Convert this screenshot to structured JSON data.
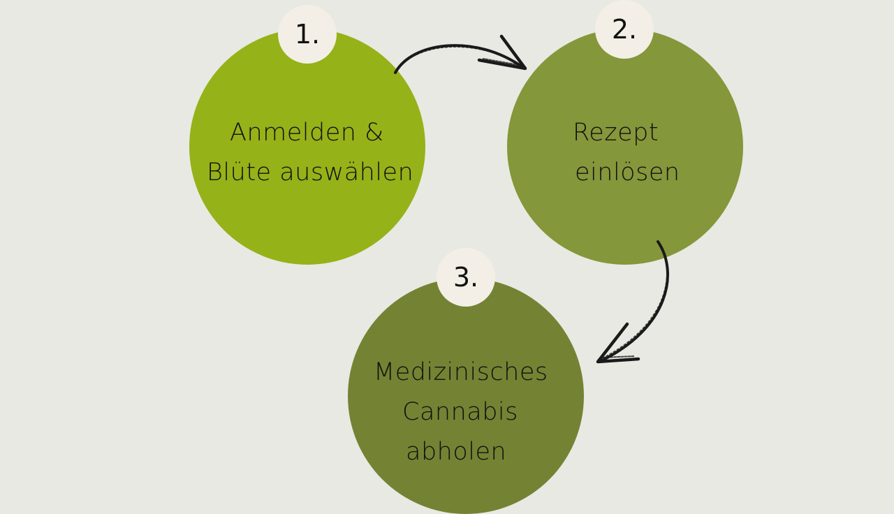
{
  "steps": [
    {
      "number": "1.",
      "lines": [
        "Anmelden &",
        "Blüte auswählen"
      ]
    },
    {
      "number": "2.",
      "lines": [
        "Rezept",
        "einlösen"
      ]
    },
    {
      "number": "3.",
      "lines": [
        "Medizinisches",
        "Cannabis",
        "abholen"
      ]
    }
  ],
  "colors": {
    "background": "#e8e9e3",
    "step_1": "#95b218",
    "step_2": "#84973a",
    "step_3": "#748233",
    "badge": "#f3efe6",
    "text": "#111111",
    "arrow": "#1a1a1a"
  },
  "arrows": [
    {
      "from": "step-1",
      "to": "step-2"
    },
    {
      "from": "step-2",
      "to": "step-3"
    }
  ]
}
